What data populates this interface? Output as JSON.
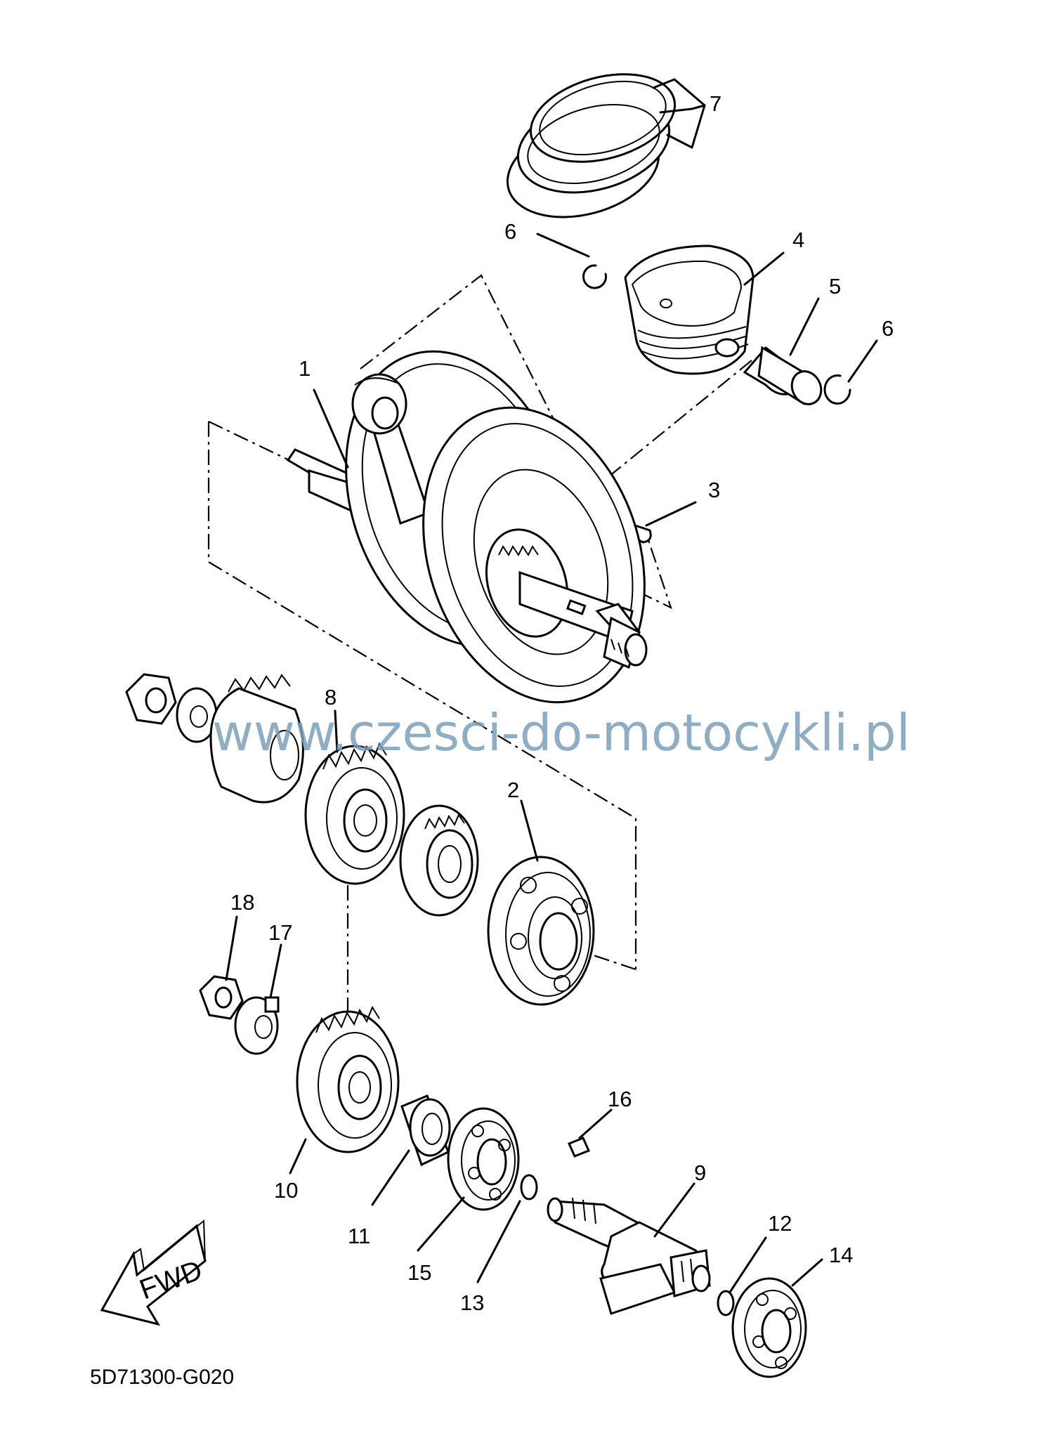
{
  "diagram": {
    "watermark": "www.czesci-do-motocykli.pl",
    "drawing_code": "5D71300-G020",
    "direction_label": "FWD",
    "callouts": [
      {
        "id": "1",
        "label": "1"
      },
      {
        "id": "2",
        "label": "2"
      },
      {
        "id": "3",
        "label": "3"
      },
      {
        "id": "4",
        "label": "4"
      },
      {
        "id": "5",
        "label": "5"
      },
      {
        "id": "6a",
        "label": "6"
      },
      {
        "id": "6b",
        "label": "6"
      },
      {
        "id": "7",
        "label": "7"
      },
      {
        "id": "8",
        "label": "8"
      },
      {
        "id": "9",
        "label": "9"
      },
      {
        "id": "10",
        "label": "10"
      },
      {
        "id": "11",
        "label": "11"
      },
      {
        "id": "12",
        "label": "12"
      },
      {
        "id": "13",
        "label": "13"
      },
      {
        "id": "14",
        "label": "14"
      },
      {
        "id": "15",
        "label": "15"
      },
      {
        "id": "16",
        "label": "16"
      },
      {
        "id": "17",
        "label": "17"
      },
      {
        "id": "18",
        "label": "18"
      }
    ]
  }
}
